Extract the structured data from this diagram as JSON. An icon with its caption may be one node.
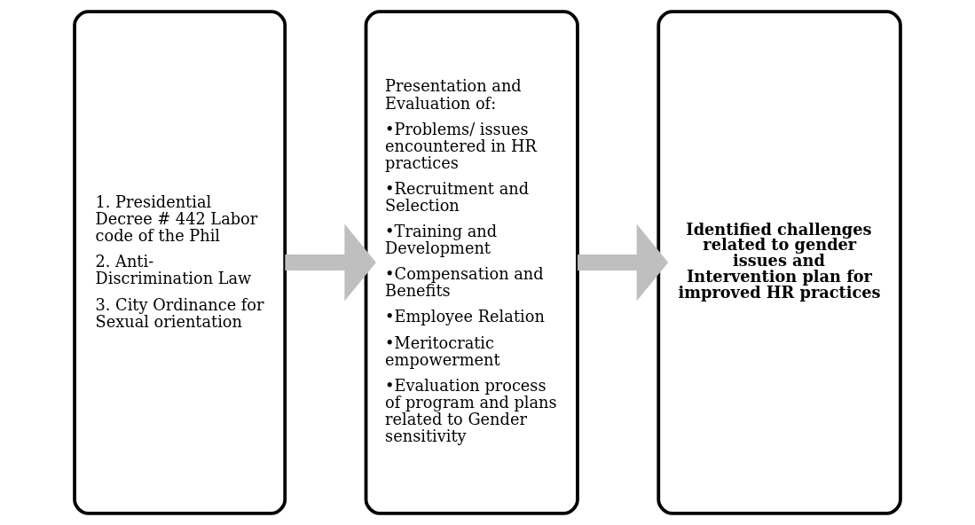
{
  "diagram": {
    "nodes": [
      {
        "text": [
          "1. Presidential Decree # 442 Labor code of the Phil",
          "2. Anti-Discrimination Law",
          "3. City Ordinance for Sexual orientation"
        ]
      },
      {
        "text": [
          "Presentation and Evaluation of:",
          "•Problems/ issues encountered in HR practices",
          "•Recruitment and Selection",
          "•Training and Development",
          "•Compensation and Benefits",
          "•Employee Relation",
          "•Meritocratic empowerment",
          "•Evaluation process of program and plans related to Gender sensitivity"
        ]
      },
      {
        "text": [
          "Identified challenges related to gender issues and Intervention plan for improved HR practices"
        ]
      }
    ],
    "edges": [
      {
        "from": 0,
        "to": 1,
        "arrow": "to"
      },
      {
        "from": 1,
        "to": 2,
        "arrow": "to"
      }
    ]
  }
}
